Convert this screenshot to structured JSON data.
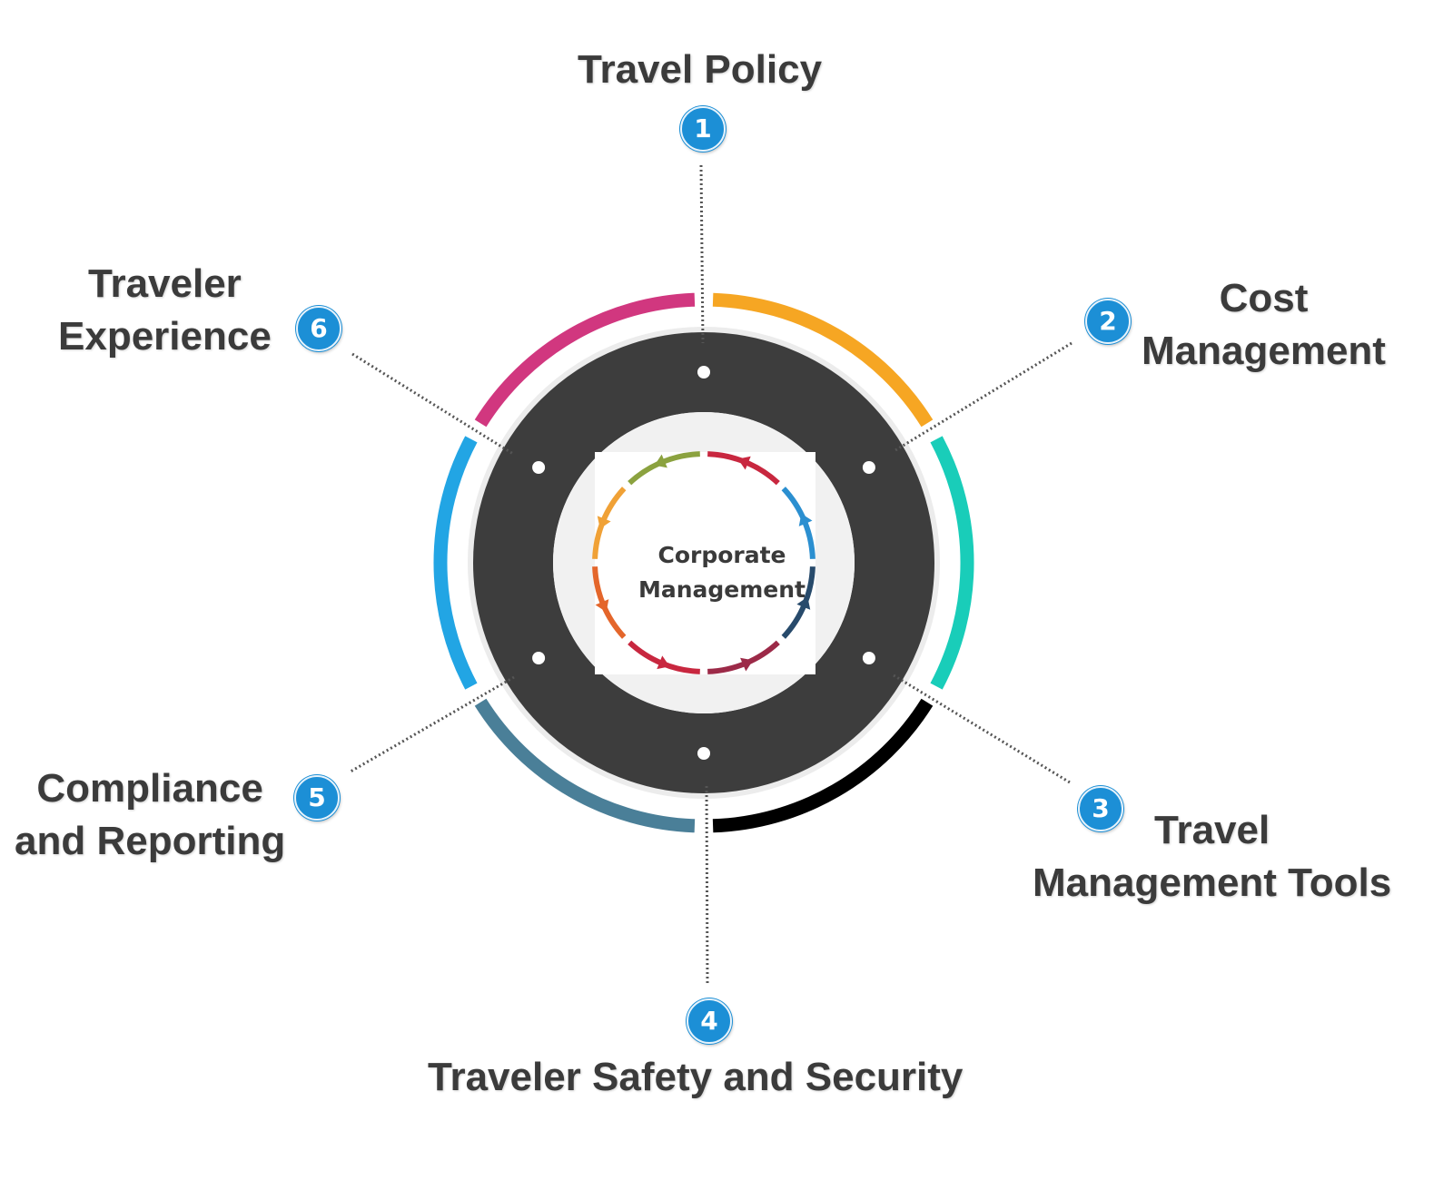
{
  "center": {
    "line1": "Corporate",
    "line2": "Management"
  },
  "items": [
    {
      "number": "1",
      "lines": [
        "Travel Policy"
      ],
      "color": "#3a3a3a"
    },
    {
      "number": "2",
      "lines": [
        "Cost",
        "Management"
      ],
      "color": "#f6a623"
    },
    {
      "number": "3",
      "lines": [
        "Travel",
        "Management Tools"
      ],
      "color": "#000000"
    },
    {
      "number": "4",
      "lines": [
        "Traveler Safety and Security"
      ],
      "color": "#3a3a3a"
    },
    {
      "number": "5",
      "lines": [
        "Compliance",
        "and Reporting"
      ],
      "color": "#4a7f98"
    },
    {
      "number": "6",
      "lines": [
        "Traveler",
        "Experience"
      ],
      "color": "#d1377f"
    }
  ],
  "colors": {
    "ring_dark": "#3d3d3d",
    "badge": "#1c8fd6",
    "arc_pink": "#d1377f",
    "arc_orange": "#f6a623",
    "arc_teal": "#19cdb9",
    "arc_black": "#000000",
    "arc_steel": "#4a7f98",
    "arc_blue": "#22a5e4"
  }
}
